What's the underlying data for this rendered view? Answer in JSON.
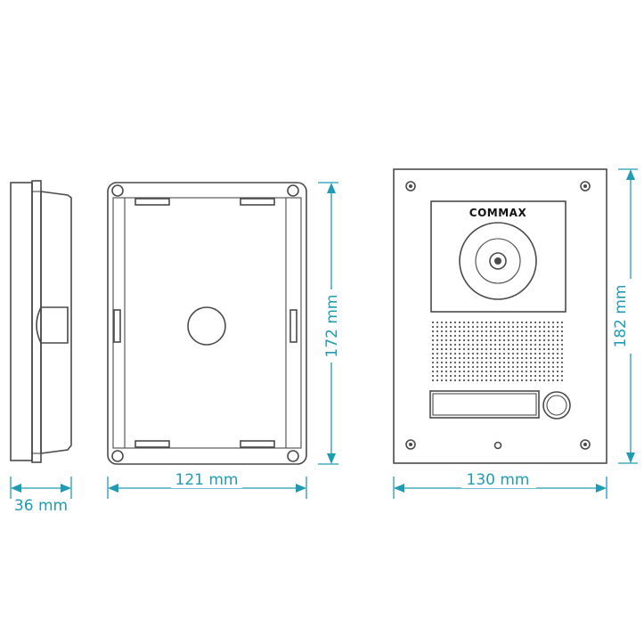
{
  "brand": {
    "logo_text": "COMMAX"
  },
  "dimensions": {
    "side_depth": "36 mm",
    "box_width": "121 mm",
    "box_height": "172 mm",
    "panel_width": "130 mm",
    "panel_height": "182 mm"
  },
  "colors": {
    "dimension_line": "#1f9cb3",
    "outline": "#4a4a4a"
  }
}
